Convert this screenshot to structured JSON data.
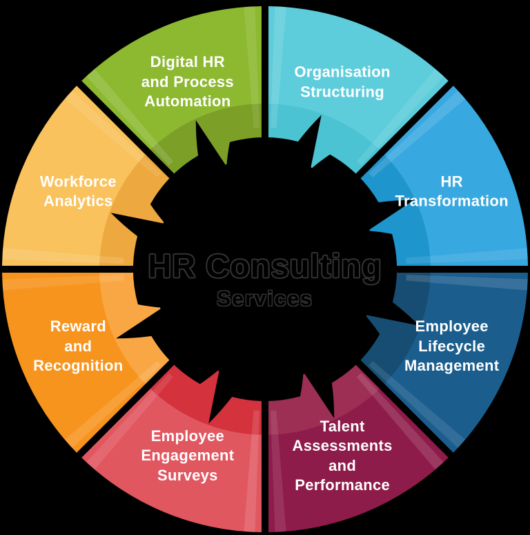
{
  "center": {
    "title": "HR Consulting",
    "subtitle": "Services"
  },
  "colors": {
    "background": "#000000",
    "label_text": "#ffffff",
    "center_text_fill": "#000000",
    "center_text_outline": "#343434",
    "gear": "#000000"
  },
  "wheel": {
    "segments": [
      {
        "id": "organisation-structuring",
        "label": "Organisation\nStructuring",
        "start": 0,
        "end": 45,
        "color": "#5ecddb",
        "inner_color": "#4cc3d3"
      },
      {
        "id": "hr-transformation",
        "label": "HR\nTransformation",
        "start": 45,
        "end": 90,
        "color": "#38a8e0",
        "inner_color": "#1f95cd"
      },
      {
        "id": "employee-lifecycle-management",
        "label": "Employee\nLifecycle\nManagement",
        "start": 90,
        "end": 135,
        "color": "#1b5e8e",
        "inner_color": "#174d72"
      },
      {
        "id": "talent-assessments-and-performance",
        "label": "Talent\nAssessments\nand\nPerformance",
        "start": 135,
        "end": 180,
        "color": "#8e1c4a",
        "inner_color": "#9d2e54"
      },
      {
        "id": "employee-engagement-surveys",
        "label": "Employee\nEngagement\nSurveys",
        "start": 180,
        "end": 225,
        "color": "#e15760",
        "inner_color": "#d4323d"
      },
      {
        "id": "reward-and-recognition",
        "label": "Reward\nand\nRecognition",
        "start": 225,
        "end": 270,
        "color": "#f7941e",
        "inner_color": "#f9a744"
      },
      {
        "id": "workforce-analytics",
        "label": "Workforce\nAnalytics",
        "start": 270,
        "end": 315,
        "color": "#f9c25c",
        "inner_color": "#eda93f"
      },
      {
        "id": "digital-hr-and-process-automation",
        "label": "Digital HR\nand Process\nAutomation",
        "start": 315,
        "end": 360,
        "color": "#8cb930",
        "inner_color": "#7b9f27"
      }
    ]
  }
}
